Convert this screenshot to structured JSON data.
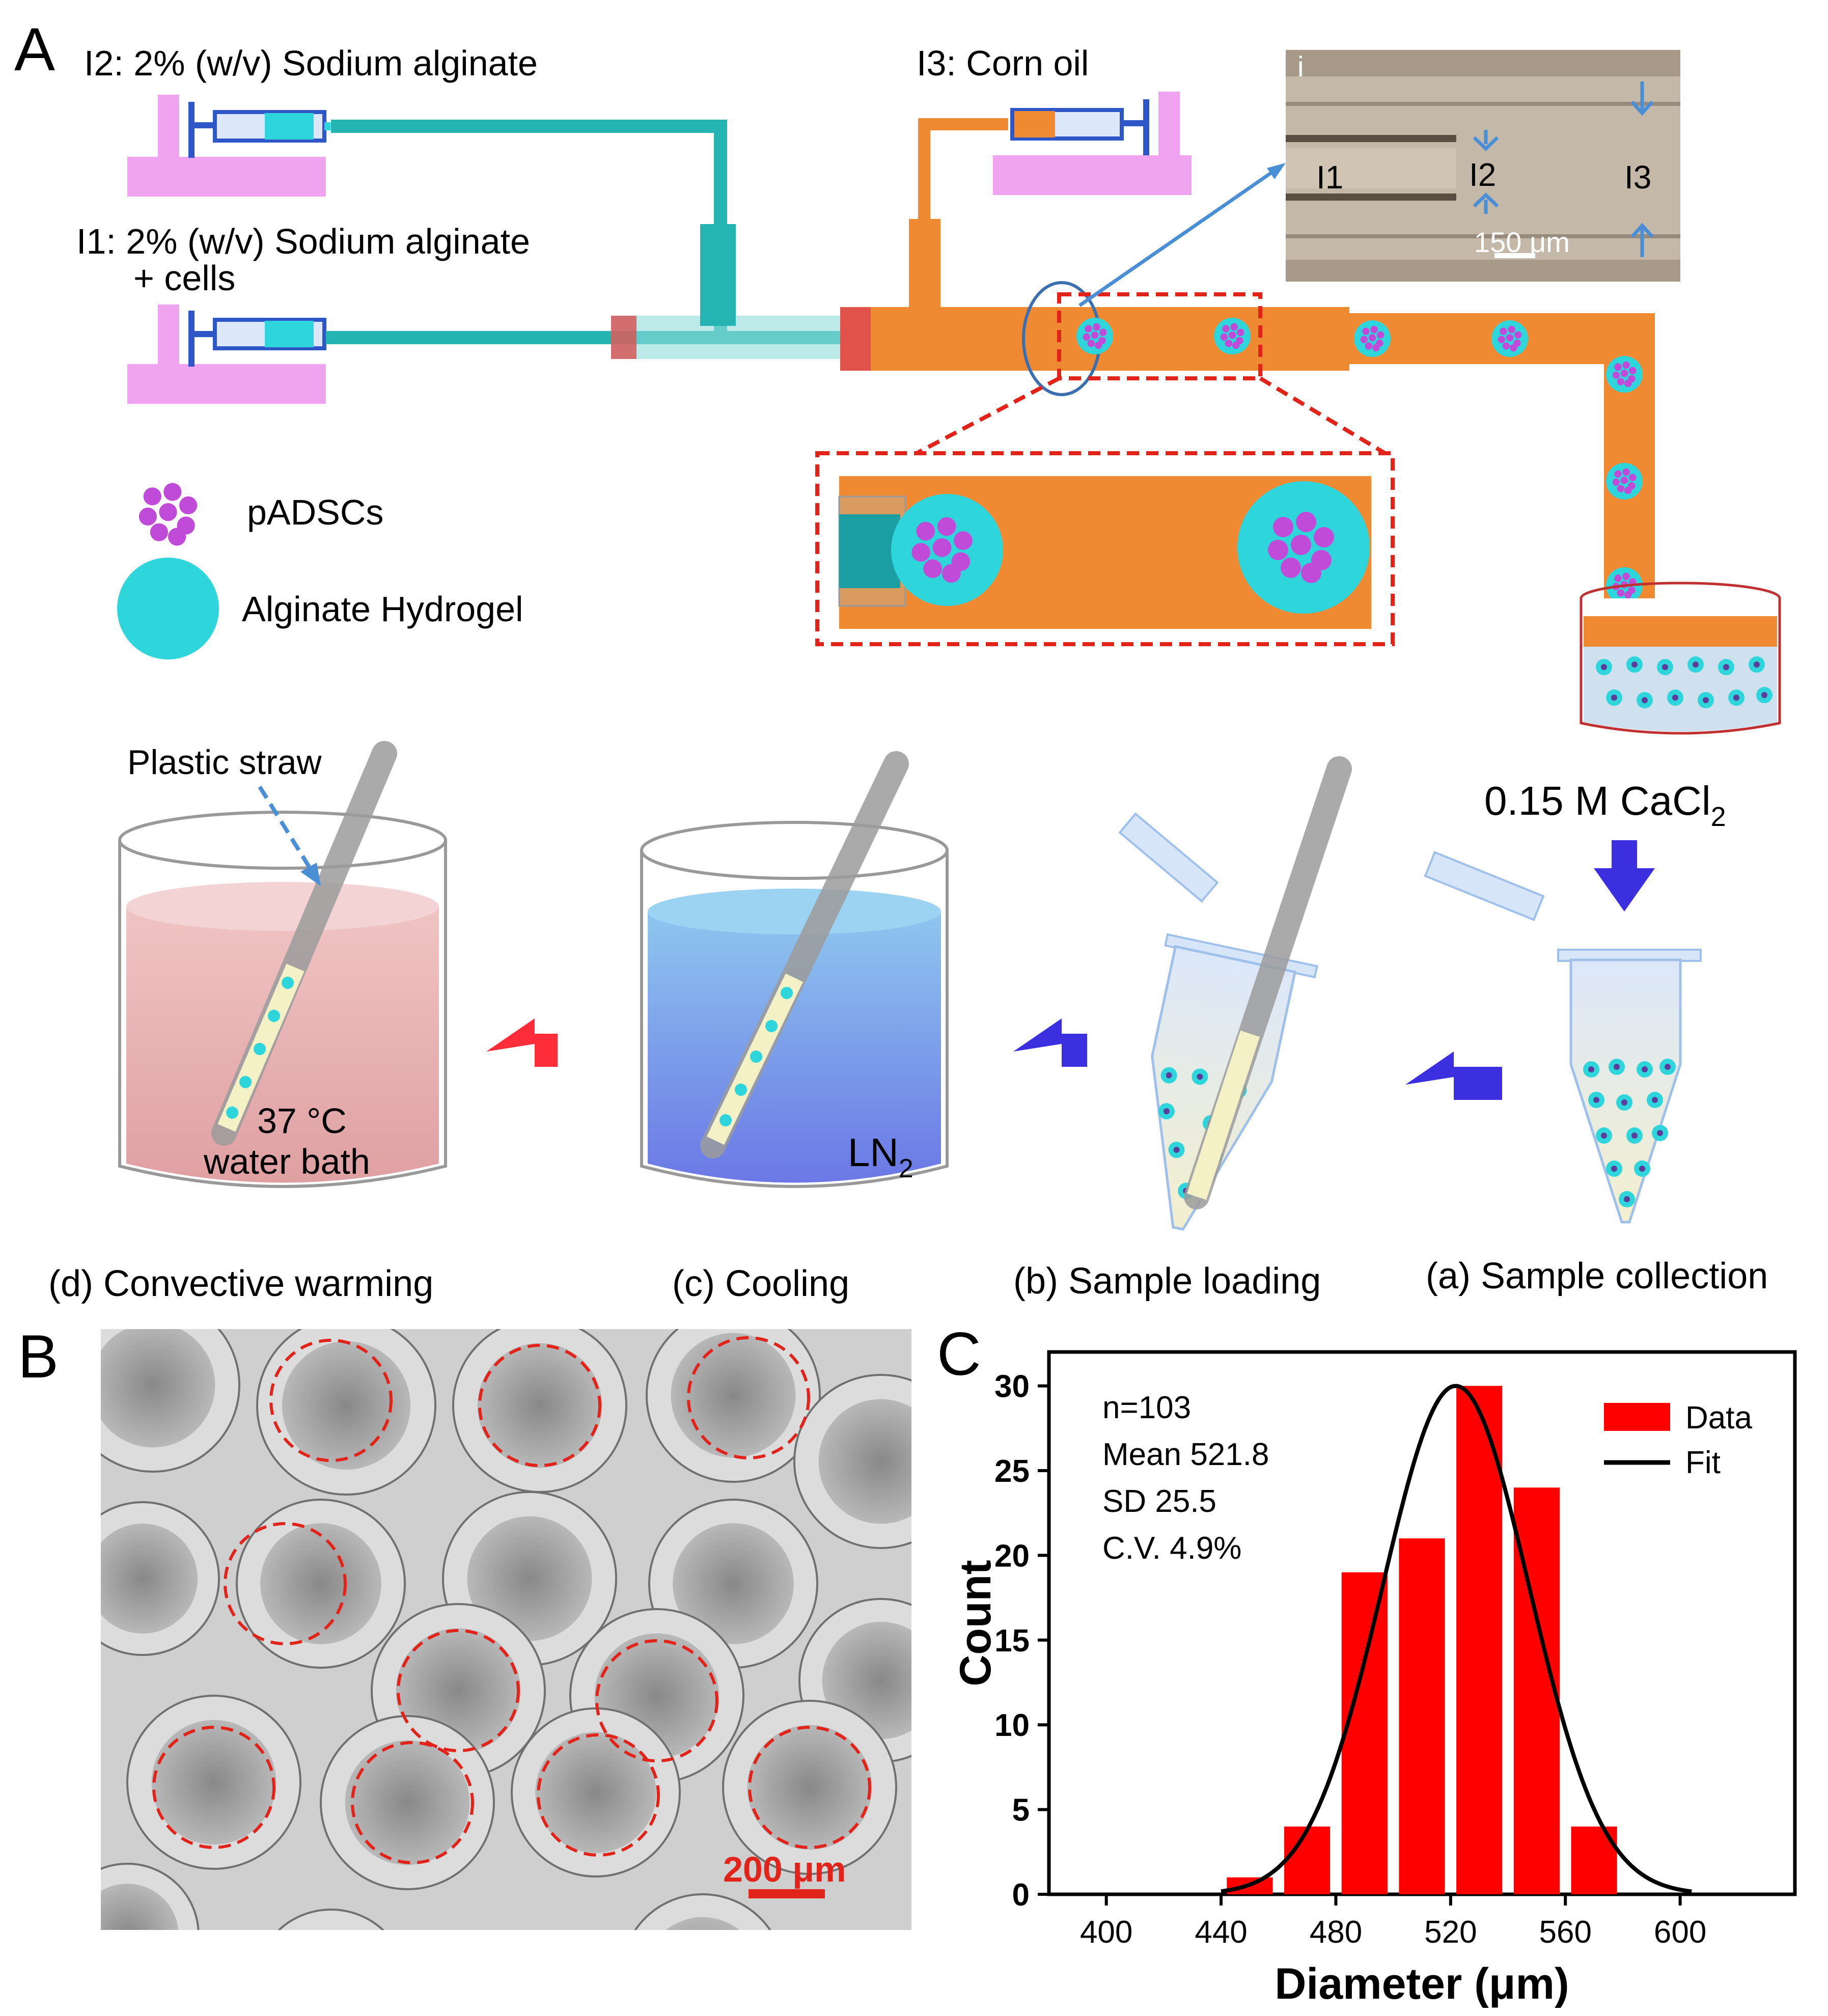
{
  "panels": {
    "a": "A",
    "b": "B",
    "c": "C"
  },
  "schematic": {
    "i2_label": "I2: 2% (w/v) Sodium alginate",
    "i1_label_line1": "I1: 2% (w/v) Sodium alginate",
    "i1_label_line2": "+ cells",
    "i3_label": "I3: Corn oil",
    "inset_tag": "i",
    "inset_i1": "I1",
    "inset_i2": "I2",
    "inset_i3": "I3",
    "inset_scale": "150 μm",
    "legend_cells": "pADSCs",
    "legend_gel": "Alginate Hydrogel",
    "cacl2": "0.15 M CaCl",
    "cacl2_sub": "2",
    "straw": "Plastic straw",
    "bath_line1": "37 °C",
    "bath_line2": "water bath",
    "ln2": "LN",
    "ln2_sub": "2",
    "step_a": "(a) Sample collection",
    "step_b": "(b) Sample loading",
    "step_c": "(c) Cooling",
    "step_d": "(d) Convective warming",
    "colors": {
      "alginate": "#2ed6dc",
      "oil": "#f08a32",
      "cell": "#c04bd8",
      "syringe_base": "#f0a3ee",
      "warm_arrow": "#ff2d3a",
      "cool_arrow": "#3b2fe0"
    }
  },
  "micrograph": {
    "scale": "200 μm"
  },
  "chart_data": {
    "type": "bar",
    "xlabel": "Diameter (μm)",
    "ylabel": "Count",
    "xlim": [
      380,
      640
    ],
    "ylim": [
      0,
      32
    ],
    "xticks": [
      400,
      440,
      480,
      520,
      560,
      600
    ],
    "yticks": [
      0,
      5,
      10,
      15,
      20,
      25,
      30
    ],
    "bin_width": 20,
    "bins": [
      {
        "x": 450,
        "count": 1
      },
      {
        "x": 470,
        "count": 4
      },
      {
        "x": 490,
        "count": 19
      },
      {
        "x": 510,
        "count": 21
      },
      {
        "x": 530,
        "count": 30
      },
      {
        "x": 550,
        "count": 24
      },
      {
        "x": 570,
        "count": 4
      }
    ],
    "fit": {
      "mean": 521.8,
      "sd": 25.5,
      "peak": 30
    },
    "stats": [
      "n=103",
      "Mean  521.8",
      "SD  25.5",
      "C.V.  4.9%"
    ],
    "legend": [
      "Data",
      "Fit"
    ],
    "bar_color": "#ff0000",
    "fit_color": "#000000"
  }
}
